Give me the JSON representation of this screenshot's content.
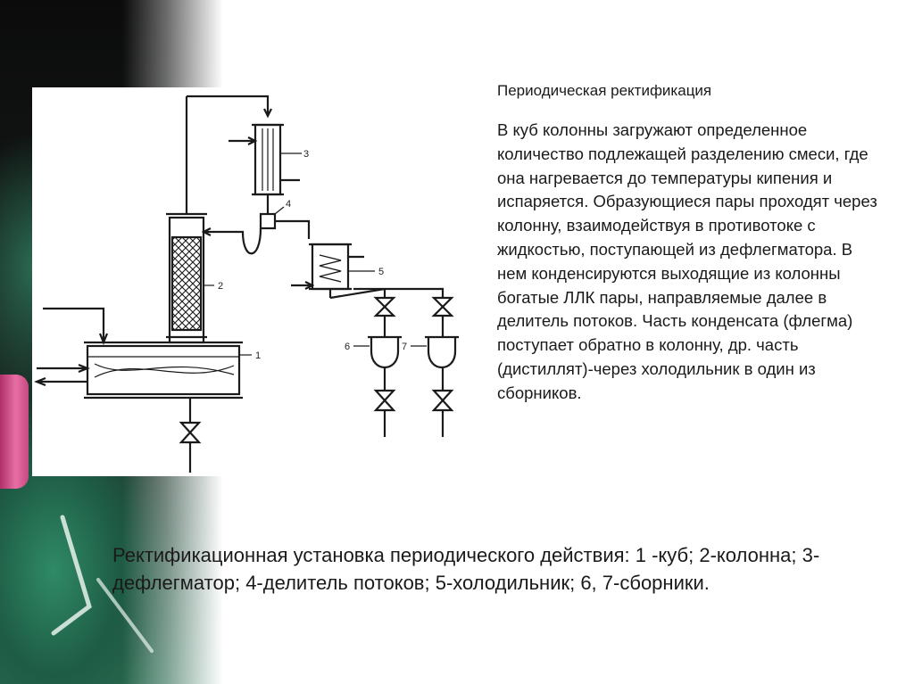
{
  "heading": "Периодическая ректификация",
  "description": "В куб колонны загружают определенное количество подлежащей разделению смеси, где она нагревается до температуры кипения и испаряется. Образующиеся пары проходят через колонну, взаимодействуя в противотоке с жидкостью, поступающей из дефлегматора. В нем конденсируются выходящие из колонны богатые ЛЛК пары, направляемые далее в делитель потоков. Часть конденсата (флегма) поступает обратно в колонну, др. часть (дистиллят)-через холодильник в один из сборников.",
  "caption": "Ректификационная установка периодического действия: 1 -куб; 2-колонна; 3-дефлегматор; 4-делитель потоков; 5-холодильник; 6, 7-сборники.",
  "diagram_labels": {
    "cube": "1",
    "column": "2",
    "dephlegmator": "3",
    "splitter": "4",
    "cooler": "5",
    "collector1": "6",
    "collector2": "7"
  },
  "colors": {
    "background": "#ffffff",
    "text": "#1a1a1a",
    "line": "#1a1a1a",
    "chalk": "#e76ea3",
    "board_green": "#2a6a50"
  }
}
